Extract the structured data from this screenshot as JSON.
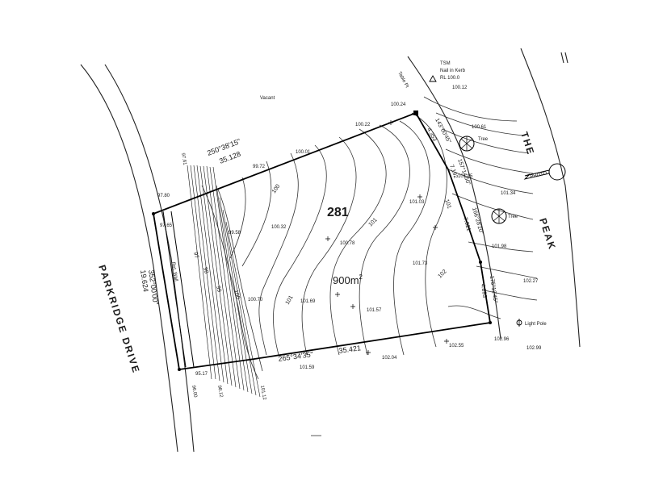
{
  "lot": {
    "number": "281",
    "area": "900m",
    "area_sup": "2"
  },
  "roads": {
    "left": "PARKRIDGE  DRIVE",
    "right_top": "THE",
    "right_bottom": "PEAK"
  },
  "tsm": {
    "title": "TSM",
    "line2": "Nail in Kerb",
    "line3": "RL 100.0"
  },
  "labels": {
    "vacant": "Vacant",
    "tree_top": "Tree",
    "tree_bottom": "Tree",
    "photo": "PHOTO",
    "light_pole": "Light Pole",
    "table_pt": "Table Pt",
    "retaining_wall": "Ret. Wall"
  },
  "bearings": {
    "north": {
      "bearing": "250°38'15\"",
      "distance": "35.128"
    },
    "south": {
      "bearing": "265°34'35\"",
      "distance": "35.421"
    },
    "west": {
      "bearing": "352°00'00\"",
      "distance": "19.624"
    },
    "east_1": {
      "bearing": "143°00'45\"",
      "distance": "4.353"
    },
    "east_2": {
      "bearing": "157°14'50\"",
      "distance": "7.192"
    },
    "east_3": {
      "bearing": "166°28'20\"",
      "distance": "7.921"
    },
    "east_4": {
      "bearing": "175°12'45\"",
      "distance": "4.893"
    }
  },
  "spot_levels": [
    "100.12",
    "100.24",
    "100.22",
    "100.61",
    "101.15",
    "101.34",
    "101.98",
    "102.27",
    "102.96",
    "102.99",
    "100.01",
    "99.72",
    "97.80",
    "97.65",
    "100.32",
    "99.58",
    "101.03",
    "100.78",
    "100.70",
    "101.73",
    "101.69",
    "101.57",
    "102.55",
    "102.04",
    "101.59",
    "95.17",
    "96.00",
    "98.12",
    "101.12",
    "97.61"
  ],
  "contour_labels": [
    "100",
    "101",
    "101",
    "101",
    "102",
    "100",
    "99",
    "98",
    "97"
  ]
}
